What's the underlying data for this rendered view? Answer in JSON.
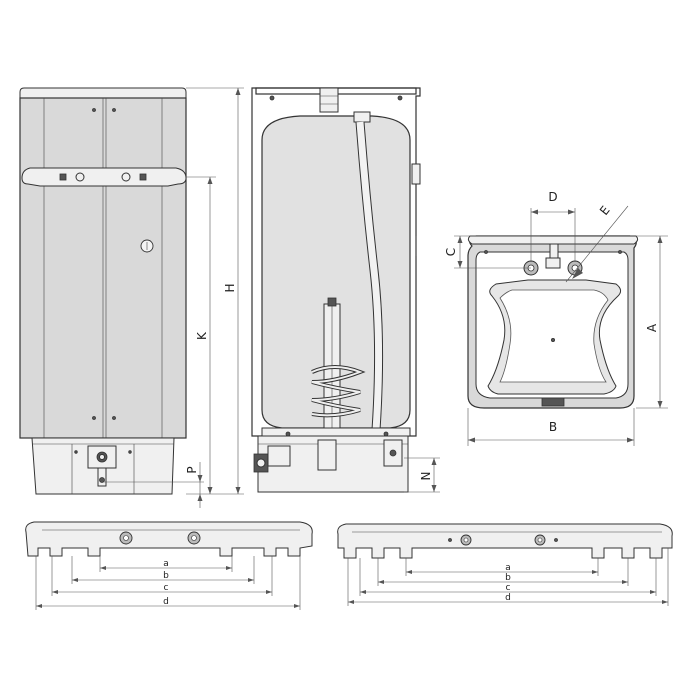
{
  "labels": {
    "H": "H",
    "K": "K",
    "P": "P",
    "N": "N",
    "A": "A",
    "B": "B",
    "C": "C",
    "D": "D",
    "E": "E"
  },
  "bracket_left": {
    "a": "a",
    "b": "b",
    "c": "c",
    "d": "d"
  },
  "bracket_right": {
    "a": "a",
    "b": "b",
    "c": "c",
    "d": "d"
  }
}
